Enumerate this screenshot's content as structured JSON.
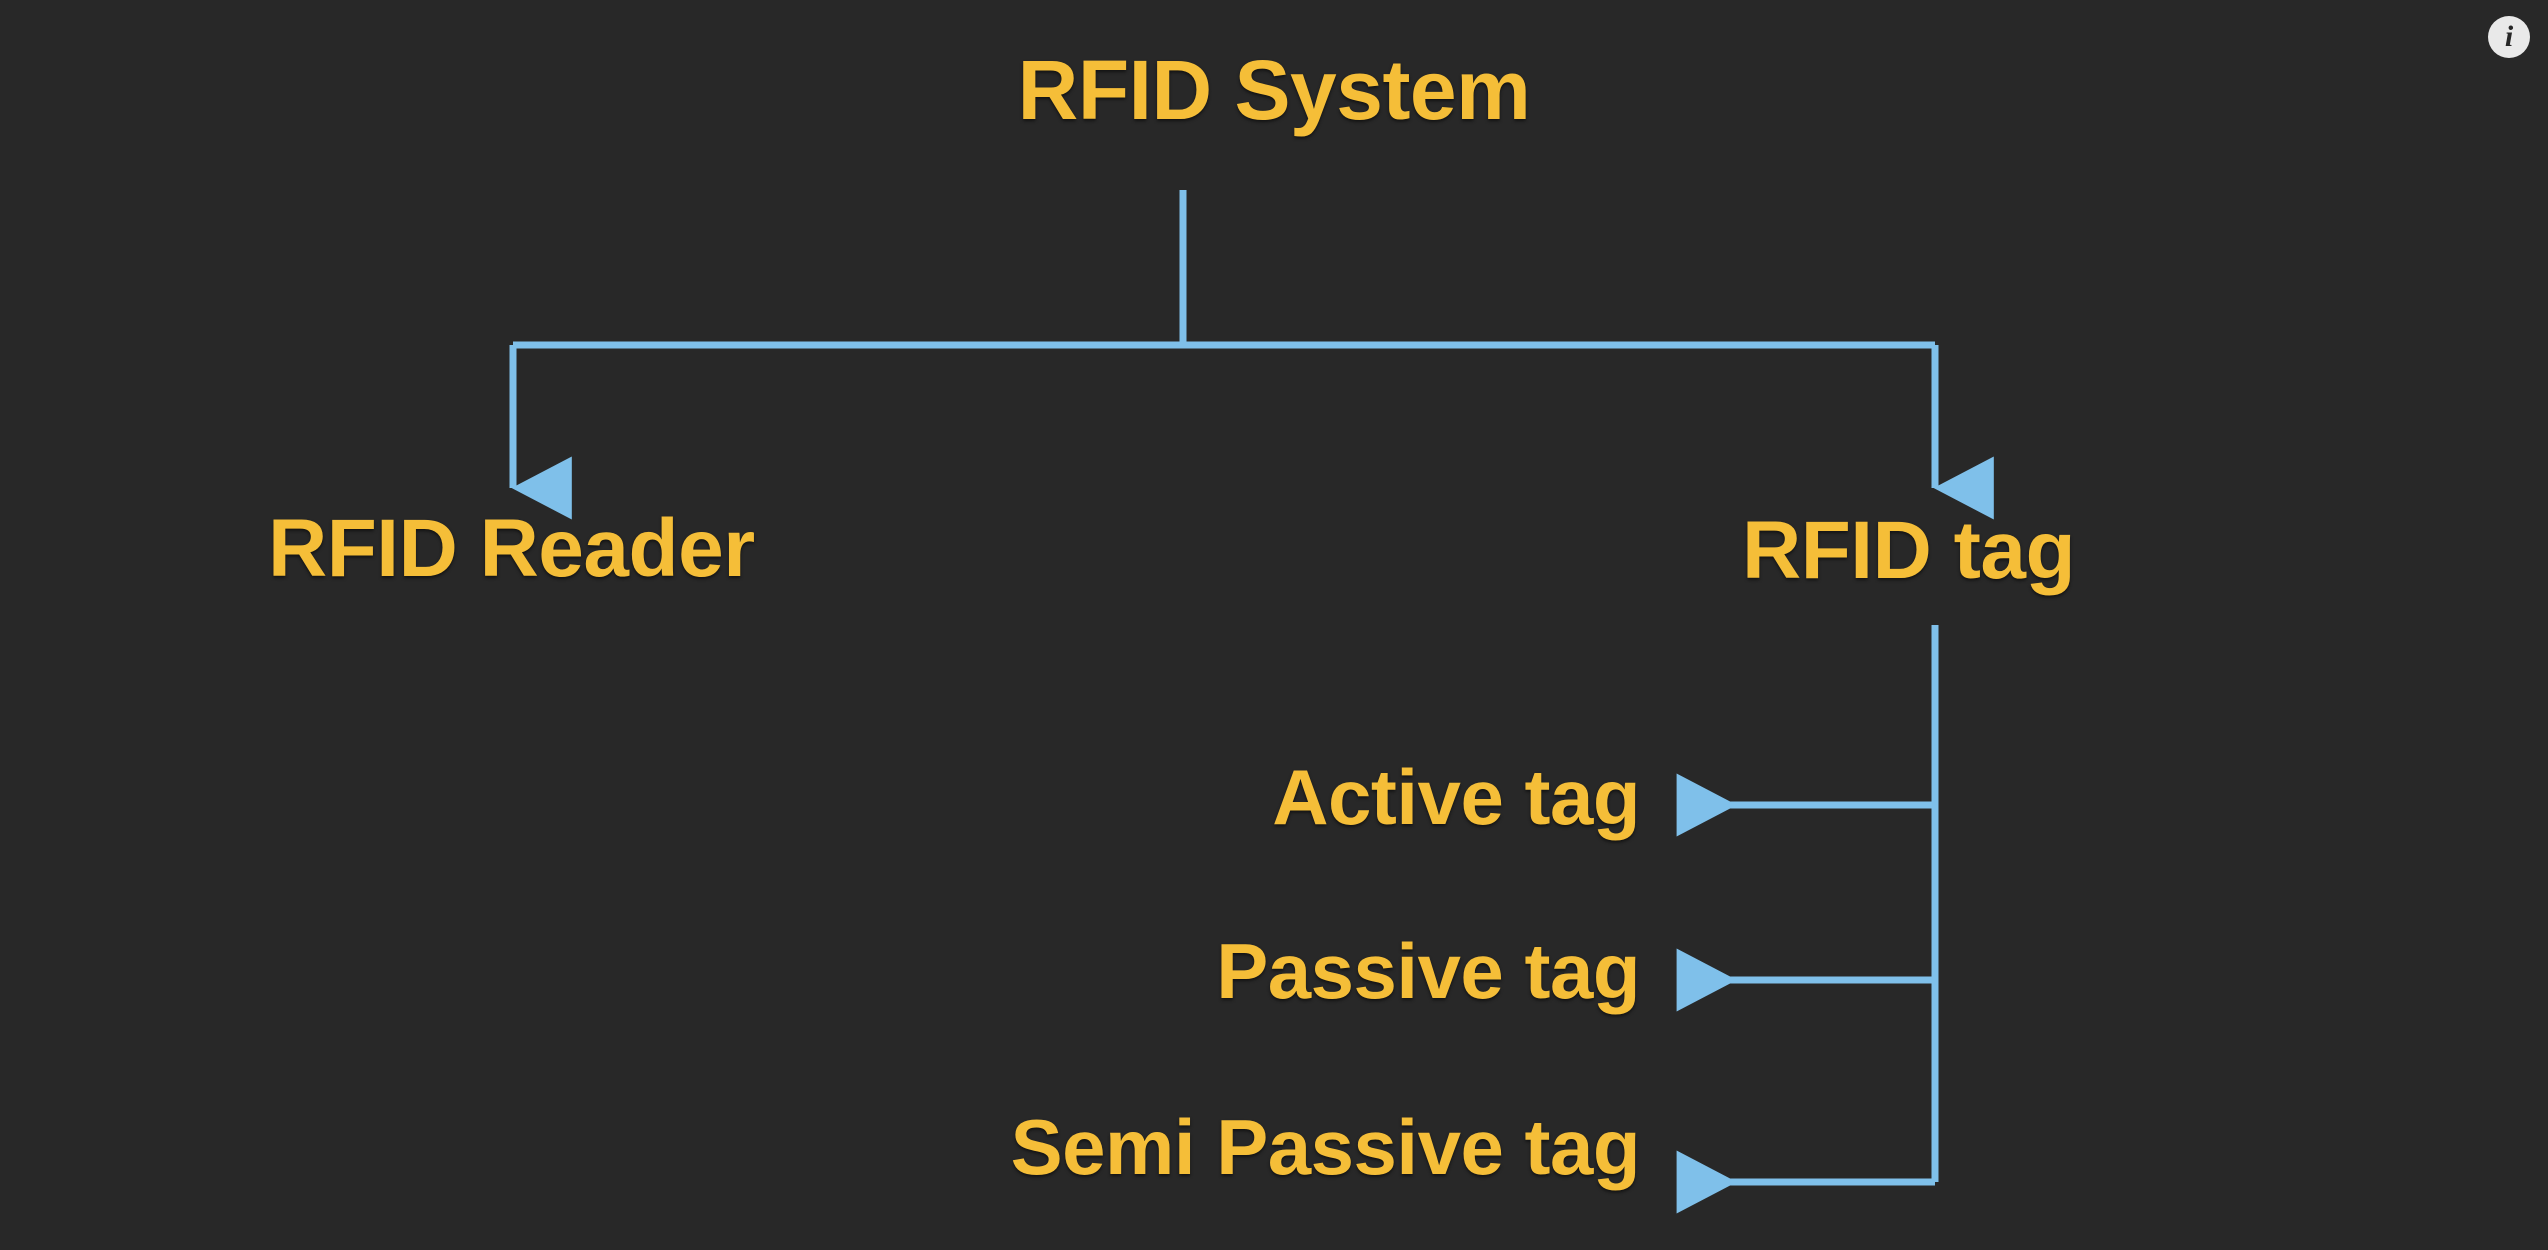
{
  "colors": {
    "background": "#282828",
    "node_text": "#F5BE38",
    "connector": "#7FC0EA",
    "info_badge_bg": "#E9E9E9",
    "info_badge_glyph": "#272727"
  },
  "overlay": {
    "info_button": {
      "icon": "info-icon",
      "glyph": "i",
      "tooltip": "Info"
    }
  },
  "diagram": {
    "type": "tree-hierarchy",
    "orientation": "top-down",
    "root": {
      "id": "rfid-system",
      "label": "RFID System"
    },
    "nodes": [
      {
        "id": "rfid-system",
        "label": "RFID System",
        "level": 0,
        "parent": null
      },
      {
        "id": "rfid-reader",
        "label": "RFID Reader",
        "level": 1,
        "parent": "rfid-system"
      },
      {
        "id": "rfid-tag",
        "label": "RFID tag",
        "level": 1,
        "parent": "rfid-system"
      },
      {
        "id": "active-tag",
        "label": "Active tag",
        "level": 2,
        "parent": "rfid-tag"
      },
      {
        "id": "passive-tag",
        "label": "Passive tag",
        "level": 2,
        "parent": "rfid-tag"
      },
      {
        "id": "semi-passive-tag",
        "label": "Semi Passive tag",
        "level": 2,
        "parent": "rfid-tag"
      }
    ],
    "edges": [
      {
        "from": "rfid-system",
        "to": "rfid-reader",
        "arrow": "down"
      },
      {
        "from": "rfid-system",
        "to": "rfid-tag",
        "arrow": "down"
      },
      {
        "from": "rfid-tag",
        "to": "active-tag",
        "arrow": "left"
      },
      {
        "from": "rfid-tag",
        "to": "passive-tag",
        "arrow": "left"
      },
      {
        "from": "rfid-tag",
        "to": "semi-passive-tag",
        "arrow": "left"
      }
    ]
  },
  "labels": {
    "root": "RFID System",
    "reader": "RFID Reader",
    "tag": "RFID tag",
    "active": "Active tag",
    "passive": "Passive tag",
    "semi_passive": "Semi Passive tag"
  }
}
